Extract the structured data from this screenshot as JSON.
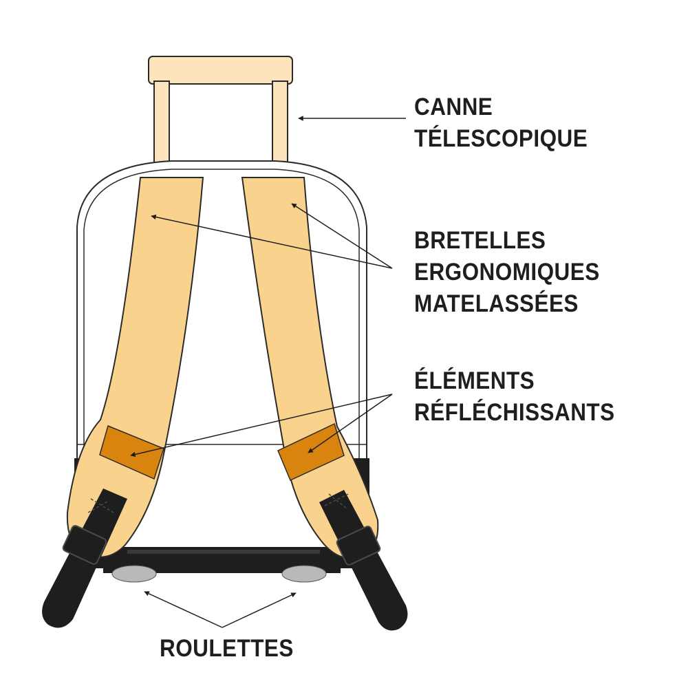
{
  "colors": {
    "strap": "#f9d28d",
    "handle": "#fde4bd",
    "reflective": "#d8840f",
    "dark": "#1e1e1e",
    "outline": "#2a2a2a",
    "wheel": "#b9b9b9"
  },
  "labels": {
    "telescopic_handle": [
      "CANNE",
      "TÉLESCOPIQUE"
    ],
    "padded_straps": [
      "BRETELLES",
      "ERGONOMIQUES",
      "MATELASSÉES"
    ],
    "reflective_elements": [
      "ÉLÉMENTS",
      "RÉFLÉCHISSANTS"
    ],
    "wheels": [
      "ROULETTES"
    ]
  }
}
